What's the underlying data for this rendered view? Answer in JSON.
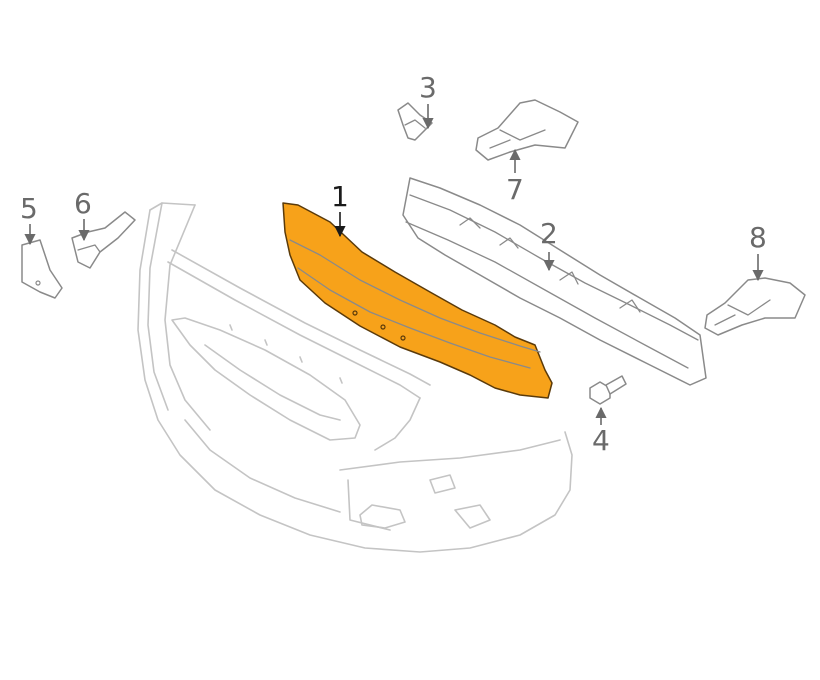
{
  "highlight_color": "#f7a21a",
  "callouts": {
    "part_1": "1",
    "part_2": "2",
    "part_3": "3",
    "part_4": "4",
    "part_5": "5",
    "part_6": "6",
    "part_7": "7",
    "part_8": "8"
  }
}
